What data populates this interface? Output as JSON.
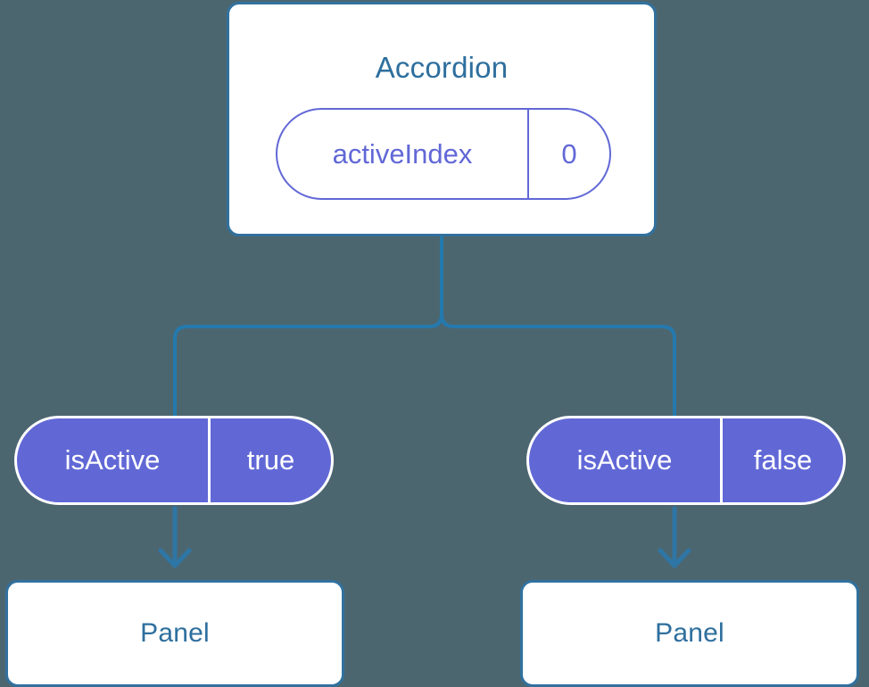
{
  "diagram": {
    "type": "component-tree",
    "background_color": "#4c6670",
    "accent_blue": "#31719e",
    "accent_purple": "#6168d6",
    "root": {
      "title": "Accordion",
      "prop": {
        "key": "activeIndex",
        "value": "0"
      }
    },
    "branches": [
      {
        "chip": {
          "key": "isActive",
          "value": "true"
        },
        "child": {
          "title": "Panel"
        }
      },
      {
        "chip": {
          "key": "isActive",
          "value": "false"
        },
        "child": {
          "title": "Panel"
        }
      }
    ]
  }
}
